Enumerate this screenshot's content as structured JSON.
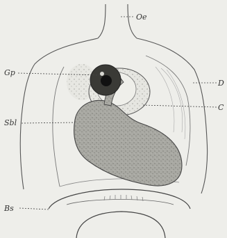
{
  "figure": {
    "labels": {
      "oe": "Oe",
      "gp": "Gp",
      "d": "D",
      "sbl": "Sbl",
      "c": "C",
      "bs": "Bs"
    }
  }
}
